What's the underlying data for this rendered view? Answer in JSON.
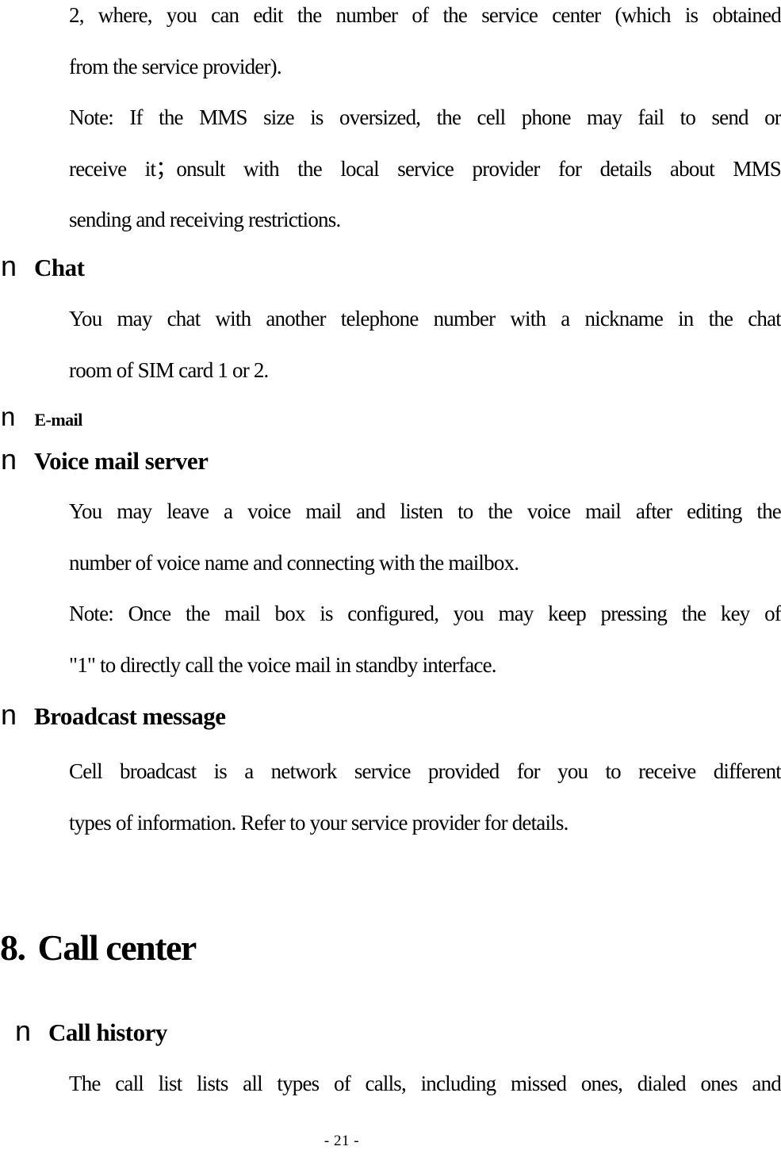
{
  "page": {
    "background_color": "#ffffff",
    "text_color": "#000000",
    "footer": "- 21 -"
  },
  "document": {
    "blocks": [
      {
        "id": "p1",
        "type": "paragraph",
        "justify_last": false,
        "lines": [
          "2, where, you can edit the number of the service center (which is obtained",
          "from the service provider)."
        ]
      },
      {
        "id": "p1b",
        "type": "paragraph",
        "justify_last": false,
        "lines": [
          "Note: If the MMS size is oversized, the cell phone may fail to send or",
          "receive it；onsult with the local service provider for details about MMS",
          "sending and receiving restrictions."
        ]
      },
      {
        "id": "h-chat",
        "type": "bullet-heading",
        "size": "large",
        "bullet": "n",
        "label": "Chat"
      },
      {
        "id": "p2",
        "type": "paragraph",
        "justify_last": false,
        "lines": [
          "You may chat with another telephone number with a nickname in the chat",
          "room of SIM card 1 or 2."
        ]
      },
      {
        "id": "h-email",
        "type": "bullet-heading",
        "size": "small",
        "bullet": "n",
        "label": "E-mail"
      },
      {
        "id": "h-voice",
        "type": "bullet-heading",
        "size": "large",
        "bullet": "n",
        "label": "Voice mail server"
      },
      {
        "id": "p3a",
        "type": "paragraph",
        "justify_last": false,
        "lines": [
          "You may leave a voice mail and listen to the voice mail after editing the",
          "number of voice name and connecting with the mailbox."
        ]
      },
      {
        "id": "p3b",
        "type": "paragraph",
        "justify_last": false,
        "lines": [
          "Note: Once the mail box is configured, you may keep pressing the key of",
          "\"1\" to directly call the voice mail in standby interface."
        ]
      },
      {
        "id": "h-broadcast",
        "type": "bullet-heading",
        "size": "large",
        "bullet": "n",
        "label": "Broadcast message"
      },
      {
        "id": "p4",
        "type": "paragraph",
        "justify_last": false,
        "lines": [
          "Cell broadcast is a network service provided for you to receive different",
          "types of information. Refer to your service provider for details."
        ]
      },
      {
        "id": "ch8",
        "type": "chapter-heading",
        "number": "8.",
        "title": "Call center"
      },
      {
        "id": "h-callhistory",
        "type": "bullet-heading",
        "size": "large",
        "bullet": "n",
        "label": "Call history"
      },
      {
        "id": "p5",
        "type": "paragraph",
        "justify_last": true,
        "lines": [
          "The call list lists all types of calls, including missed ones, dialed ones and"
        ]
      }
    ]
  }
}
